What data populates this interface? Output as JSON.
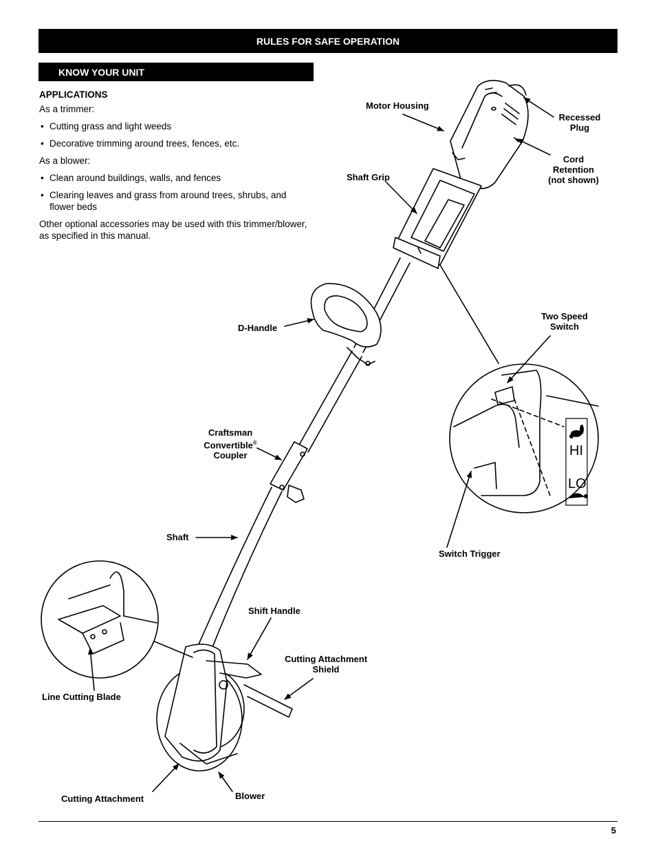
{
  "header": {
    "banner": "RULES FOR SAFE OPERATION",
    "section": "KNOW YOUR UNIT"
  },
  "applications": {
    "heading": "APPLICATIONS",
    "trimmer_intro": "As a trimmer:",
    "trimmer_items": [
      "Cutting grass and light weeds",
      "Decorative trimming around trees, fences, etc."
    ],
    "blower_intro": "As a blower:",
    "blower_items": [
      "Clean around buildings, walls, and fences",
      "Clearing leaves and grass from around trees, shrubs, and flower beds"
    ],
    "note": "Other optional accessories may be used with this trimmer/blower, as specified in this manual."
  },
  "labels": {
    "motor_housing": "Motor Housing",
    "recessed_plug": [
      "Recessed",
      "Plug"
    ],
    "cord_retention": [
      "Cord",
      "Retention",
      "(not shown)"
    ],
    "shaft_grip": "Shaft Grip",
    "d_handle": "D-Handle",
    "two_speed_switch": [
      "Two Speed",
      "Switch"
    ],
    "coupler": [
      "Craftsman",
      "Convertible",
      "Coupler"
    ],
    "registered_mark": "®",
    "switch_trigger": "Switch Trigger",
    "shaft": "Shaft",
    "shift_handle": "Shift Handle",
    "cutting_attachment_shield": [
      "Cutting Attachment",
      "Shield"
    ],
    "line_cutting_blade": "Line Cutting Blade",
    "cutting_attachment": "Cutting Attachment",
    "blower": "Blower"
  },
  "switch_panel": {
    "hi": "HI",
    "lo": "LO"
  },
  "footer": {
    "page_number": "5"
  }
}
